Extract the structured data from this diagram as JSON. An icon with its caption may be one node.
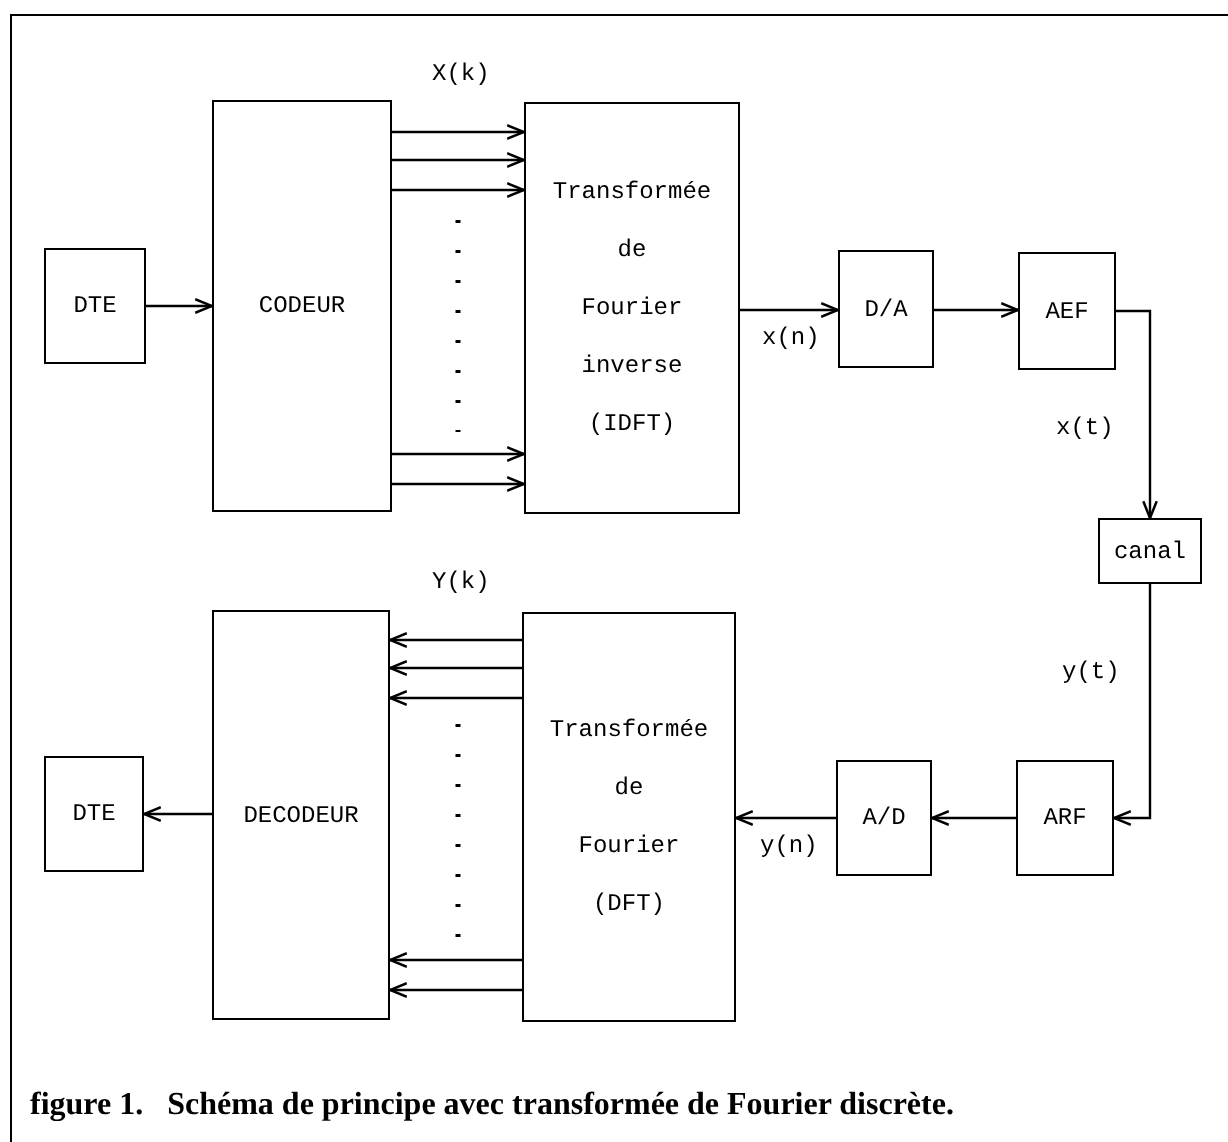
{
  "diagram": {
    "caption": "figure 1.   Schéma de principe avec transformée de Fourier discrète.",
    "nodes": [
      {
        "text": [
          "DTE"
        ]
      },
      {
        "text": [
          "CODEUR"
        ]
      },
      {
        "text": [
          "Transformée de Fourier inverse (IDFT)"
        ]
      },
      {
        "text": [
          "D/A"
        ]
      },
      {
        "text": [
          "AEF"
        ]
      },
      {
        "text": [
          "canal"
        ]
      },
      {
        "text": [
          "ARF"
        ]
      },
      {
        "text": [
          "A/D"
        ]
      },
      {
        "text": [
          "Transformée de Fourier (DFT)"
        ]
      },
      {
        "text": [
          "DECODEUR"
        ]
      },
      {
        "text": [
          "DTE"
        ]
      }
    ],
    "edges": [
      {
        "from": 0,
        "to": 1,
        "arrow": "to"
      },
      {
        "from": 1,
        "to": 2,
        "arrow": "to"
      },
      {
        "from": 1,
        "to": 2,
        "arrow": "to"
      },
      {
        "from": 1,
        "to": 2,
        "arrow": "to"
      },
      {
        "from": 1,
        "to": 2,
        "arrow": "to"
      },
      {
        "from": 1,
        "to": 2,
        "arrow": "to"
      },
      {
        "from": 2,
        "to": 3,
        "arrow": "to",
        "label": "x(n)"
      },
      {
        "from": 3,
        "to": 4,
        "arrow": "to"
      },
      {
        "from": 4,
        "to": 5,
        "arrow": "to",
        "label": "x(t)"
      },
      {
        "from": 5,
        "to": 6,
        "arrow": "to",
        "label": "y(t)"
      },
      {
        "from": 6,
        "to": 7,
        "arrow": "to"
      },
      {
        "from": 7,
        "to": 8,
        "arrow": "to",
        "label": "y(n)"
      },
      {
        "from": 8,
        "to": 9,
        "arrow": "to"
      },
      {
        "from": 8,
        "to": 9,
        "arrow": "to"
      },
      {
        "from": 8,
        "to": 9,
        "arrow": "to"
      },
      {
        "from": 8,
        "to": 9,
        "arrow": "to"
      },
      {
        "from": 8,
        "to": 9,
        "arrow": "to"
      },
      {
        "from": 9,
        "to": 10,
        "arrow": "to"
      }
    ],
    "labels": [
      "X(k)",
      "Y(k)"
    ]
  }
}
